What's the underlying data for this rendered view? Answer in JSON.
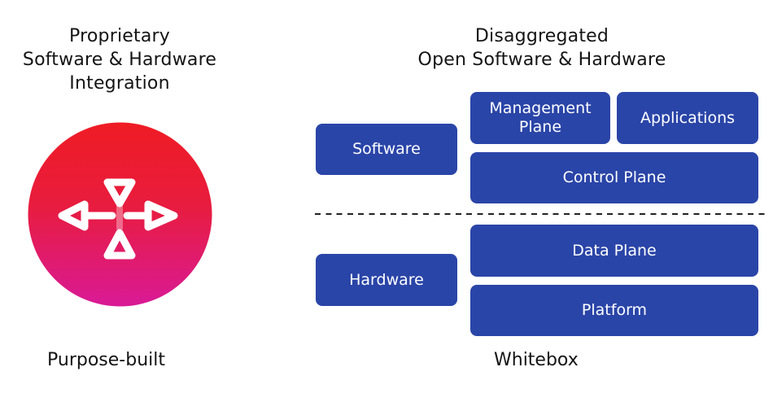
{
  "left_panel": {
    "heading_lines": [
      "Proprietary",
      "Software & Hardware",
      "Integration"
    ],
    "icon": "converging-arrows-icon",
    "icon_colors": {
      "top": "#ee1c25",
      "bottom": "#dc1a8e",
      "arrows": "#ffffff"
    },
    "caption": "Purpose-built"
  },
  "right_panel": {
    "heading_lines": [
      "Disaggregated",
      "Open Software & Hardware"
    ],
    "layers": {
      "software": {
        "label": "Software"
      },
      "hardware": {
        "label": "Hardware"
      }
    },
    "components": {
      "management_plane": {
        "lines": [
          "Management",
          "Plane"
        ]
      },
      "applications": {
        "label": "Applications"
      },
      "control_plane": {
        "label": "Control Plane"
      },
      "data_plane": {
        "label": "Data Plane"
      },
      "platform": {
        "label": "Platform"
      }
    },
    "caption": "Whitebox"
  },
  "colors": {
    "box": "#2a45a8",
    "box_text": "#ffffff",
    "text": "#141414"
  }
}
